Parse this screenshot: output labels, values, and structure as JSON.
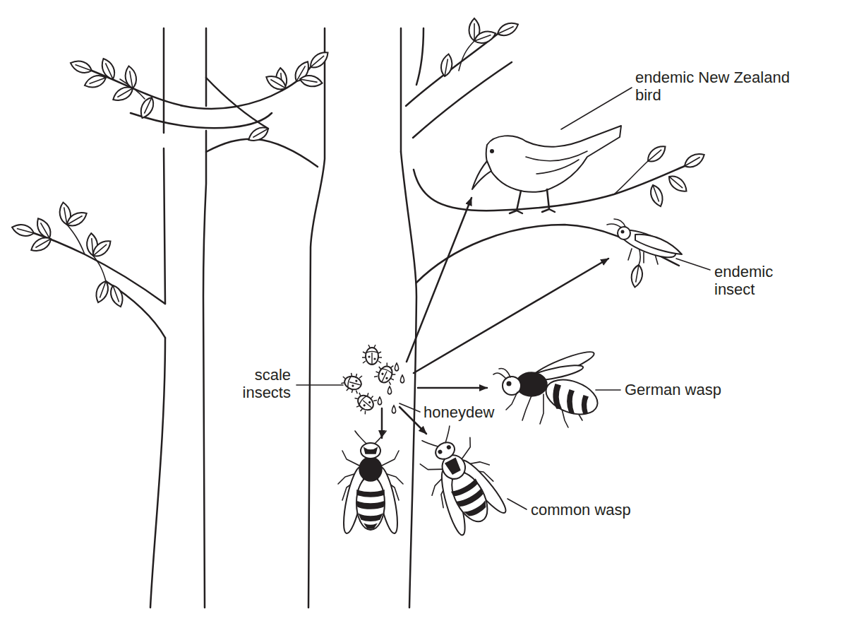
{
  "diagram": {
    "labels": [
      "endemic New Zealand bird",
      "endemic insect",
      "scale insects",
      "honeydew",
      "German wasp",
      "common wasp"
    ]
  }
}
